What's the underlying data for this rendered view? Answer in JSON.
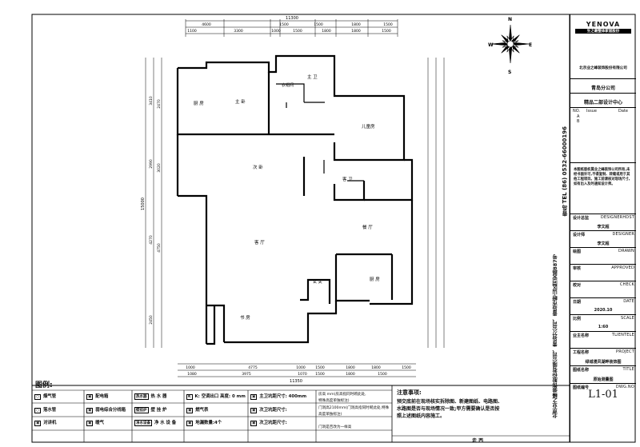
{
  "dimensions": {
    "top_overall": "11300",
    "top_row1": [
      "4600",
      "1500",
      "1500",
      "1800",
      "1500"
    ],
    "top_row2": [
      "1100",
      "3300",
      "1000",
      "1500",
      "1800",
      "1800",
      "1500"
    ],
    "bottom_overall": "11350",
    "bottom_row1": [
      "1000",
      "4775",
      "1000",
      "1500",
      "1800",
      "1800",
      "1500"
    ],
    "bottom_row2": [
      "1080",
      "3975",
      "1070",
      "1500",
      "1800",
      "1500"
    ],
    "left_overall": "15000",
    "left_row": [
      "3410",
      "2990",
      "4270",
      "2450"
    ],
    "left_row2": [
      "2470",
      "3020",
      "4750"
    ]
  },
  "rooms": {
    "kitchen_top": "厨 房",
    "master_bed": "主 卧",
    "cloakroom": "衣帽间",
    "master_bath": "主 卫",
    "kids_room": "儿童房",
    "second_bed": "次 卧",
    "guest_bath": "客 卫",
    "living": "客 厅",
    "dining": "餐 厅",
    "kitchen": "厨 房",
    "entry": "玄 关",
    "study": "书 房"
  },
  "legend": {
    "title": "图例:",
    "items": [
      {
        "sym": "○",
        "label": "烟气管"
      },
      {
        "sym": "▣",
        "label": "配电箱"
      },
      {
        "sym": "热水器",
        "label": "热 水 器"
      },
      {
        "sym": "K",
        "label": "K: 空调出口 高度: 0 mm"
      },
      {
        "sym": "▣",
        "label": "主卫坑距尺寸: 400mm"
      },
      {
        "sym": "○",
        "label": "落水管"
      },
      {
        "sym": "▣",
        "label": "弱电综合分线箱"
      },
      {
        "sym": "壁挂炉",
        "label": "壁 挂 炉"
      },
      {
        "sym": "▣",
        "label": "燃气表"
      },
      {
        "sym": "▣",
        "label": "次卫坑距尺寸:"
      },
      {
        "sym": "▣",
        "label": "对讲机"
      },
      {
        "sym": "▣",
        "label": "暖气"
      },
      {
        "sym": "净水设备",
        "label": "净 水 设 备"
      },
      {
        "sym": "▣",
        "label": "地漏数量:4个"
      },
      {
        "sym": "▣",
        "label": "次卫坑距尺寸:"
      }
    ],
    "house_notes": [
      "房高     mm(房高指同时砌此处,",
      "特殊高度单独标注)",
      "门洞高2100mm(门洞高指同时砌此处,特殊高度单独标注)",
      "门洞是否改为一样高"
    ],
    "notes_title": "注意事项:",
    "notes": [
      "预交底前在现场核实拆除图、新建图纸、电路图、",
      "水路图是否与现场情况一致;甲方需要确认是否按",
      "照上述图纸内容施工。"
    ],
    "footer": "走   西"
  },
  "title_block": {
    "brand": "YENOVA",
    "brand_cn": "生之最整体家居股份",
    "company": "北京业之峰装饰股份有限公司",
    "branch": "青岛分公司",
    "dept": "精品二部设计中心",
    "rev_header": [
      "NO.",
      "Issue",
      "Date"
    ],
    "rev_rows": [
      "A",
      "B"
    ],
    "vertical_phone": "青岛 TEL (86) 0532-66000196",
    "vertical_addr": "北京业之峰装饰股份有限公司、青岛分公司、青岛市崂山区同安路887号",
    "notice": "本图纸版权属业之峰装饰公司所有,未经书面许可,不得复制、转载或用于其他工程项目。施工前请核对现场尺寸,如有出入及时通知设计师。",
    "rows": [
      {
        "cn": "设计总监",
        "en": "DESIGNERHDST",
        "val": "李文超"
      },
      {
        "cn": "设计师",
        "en": "DESIGNER",
        "val": "李文超"
      },
      {
        "cn": "绘图",
        "en": "DRAWN",
        "val": ""
      },
      {
        "cn": "审核",
        "en": "APPROVED",
        "val": ""
      },
      {
        "cn": "校对",
        "en": "CHECK",
        "val": ""
      },
      {
        "cn": "日期",
        "en": "DATE",
        "val": "2020.10"
      },
      {
        "cn": "比例",
        "en": "SCALE",
        "val": "1:60"
      },
      {
        "cn": "业主名称",
        "en": "TLIENTELE",
        "val": ""
      },
      {
        "cn": "工程名称",
        "en": "PROJECT",
        "val": "绿城漫风湖畔装饰图"
      },
      {
        "cn": "图纸名称",
        "en": "TITLE",
        "val": "原始测量图"
      },
      {
        "cn": "图纸编号",
        "en": "DWG.NO",
        "val": "L1-01"
      }
    ]
  },
  "compass": {
    "north": "N",
    "south": "S",
    "east": "E",
    "west": "W"
  }
}
